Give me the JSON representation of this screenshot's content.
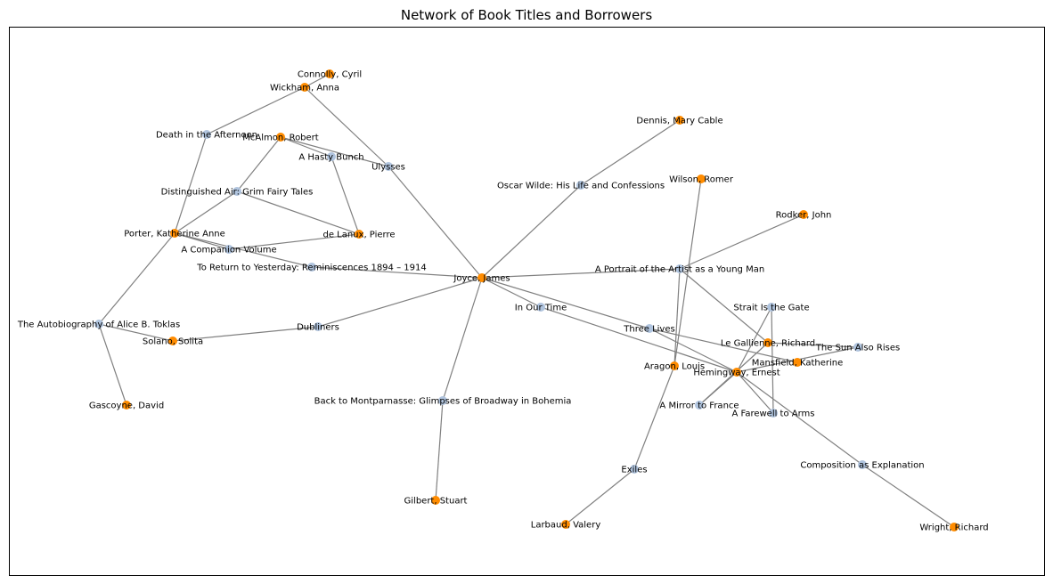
{
  "title": "Network of Book Titles and Borrowers",
  "colors": {
    "book": "#b0c4de",
    "borrower": "#ff8c00",
    "edge": "#808080"
  },
  "nodes": [
    {
      "id": "connolly",
      "label": "Connolly, Cyril",
      "kind": "borrower"
    },
    {
      "id": "wickham",
      "label": "Wickham, Anna",
      "kind": "borrower"
    },
    {
      "id": "death_afternoon",
      "label": "Death in the Afternoon",
      "kind": "book"
    },
    {
      "id": "mcalmon",
      "label": "McAlmon, Robert",
      "kind": "borrower"
    },
    {
      "id": "hasty_bunch",
      "label": "A Hasty Bunch",
      "kind": "book"
    },
    {
      "id": "ulysses",
      "label": "Ulysses",
      "kind": "book"
    },
    {
      "id": "dennis",
      "label": "Dennis, Mary Cable",
      "kind": "borrower"
    },
    {
      "id": "oscar_wilde",
      "label": "Oscar Wilde: His Life and Confessions",
      "kind": "book"
    },
    {
      "id": "wilson",
      "label": "Wilson, Romer",
      "kind": "borrower"
    },
    {
      "id": "distinguished_air",
      "label": "Distinguished Air: Grim Fairy Tales",
      "kind": "book"
    },
    {
      "id": "rodker",
      "label": "Rodker, John",
      "kind": "borrower"
    },
    {
      "id": "porter",
      "label": "Porter, Katherine Anne",
      "kind": "borrower"
    },
    {
      "id": "delanux",
      "label": "de Lanux, Pierre",
      "kind": "borrower"
    },
    {
      "id": "companion_volume",
      "label": "A Companion Volume",
      "kind": "book"
    },
    {
      "id": "to_return",
      "label": "To Return to Yesterday: Reminiscences 1894 – 1914",
      "kind": "book"
    },
    {
      "id": "portrait",
      "label": "A Portrait of the Artist as a Young Man",
      "kind": "book"
    },
    {
      "id": "joyce",
      "label": "Joyce, James",
      "kind": "borrower"
    },
    {
      "id": "strait_gate",
      "label": "Strait Is the Gate",
      "kind": "book"
    },
    {
      "id": "in_our_time",
      "label": "In Our Time",
      "kind": "book"
    },
    {
      "id": "autobiography_toklas",
      "label": "The Autobiography of Alice B. Toklas",
      "kind": "book"
    },
    {
      "id": "dubliners",
      "label": "Dubliners",
      "kind": "book"
    },
    {
      "id": "three_lives",
      "label": "Three Lives",
      "kind": "book"
    },
    {
      "id": "solano",
      "label": "Solano, Solita",
      "kind": "borrower"
    },
    {
      "id": "legallienne",
      "label": "Le Gallienne, Richard",
      "kind": "borrower"
    },
    {
      "id": "sun_also_rises",
      "label": "The Sun Also Rises",
      "kind": "book"
    },
    {
      "id": "mansfield",
      "label": "Mansfield, Katherine",
      "kind": "borrower"
    },
    {
      "id": "aragon",
      "label": "Aragon, Louis",
      "kind": "borrower"
    },
    {
      "id": "hemingway",
      "label": "Hemingway, Ernest",
      "kind": "borrower"
    },
    {
      "id": "back_to_montparnasse",
      "label": "Back to Montparnasse: Glimpses of Broadway in Bohemia",
      "kind": "book"
    },
    {
      "id": "gascoyne",
      "label": "Gascoyne, David",
      "kind": "borrower"
    },
    {
      "id": "mirror_france",
      "label": "A Mirror to France",
      "kind": "book"
    },
    {
      "id": "farewell_arms",
      "label": "A Farewell to Arms",
      "kind": "book"
    },
    {
      "id": "composition",
      "label": "Composition as Explanation",
      "kind": "book"
    },
    {
      "id": "exiles",
      "label": "Exiles",
      "kind": "book"
    },
    {
      "id": "gilbert",
      "label": "Gilbert, Stuart",
      "kind": "borrower"
    },
    {
      "id": "larbaud",
      "label": "Larbaud, Valery",
      "kind": "borrower"
    },
    {
      "id": "wright",
      "label": "Wright, Richard",
      "kind": "borrower"
    }
  ],
  "edges": [
    [
      "connolly",
      "wickham"
    ],
    [
      "wickham",
      "death_afternoon"
    ],
    [
      "wickham",
      "ulysses"
    ],
    [
      "death_afternoon",
      "porter"
    ],
    [
      "mcalmon",
      "hasty_bunch"
    ],
    [
      "mcalmon",
      "ulysses"
    ],
    [
      "mcalmon",
      "distinguished_air"
    ],
    [
      "hasty_bunch",
      "delanux"
    ],
    [
      "ulysses",
      "joyce"
    ],
    [
      "distinguished_air",
      "porter"
    ],
    [
      "distinguished_air",
      "delanux"
    ],
    [
      "porter",
      "companion_volume"
    ],
    [
      "porter",
      "to_return"
    ],
    [
      "porter",
      "autobiography_toklas"
    ],
    [
      "companion_volume",
      "delanux"
    ],
    [
      "to_return",
      "joyce"
    ],
    [
      "joyce",
      "oscar_wilde"
    ],
    [
      "oscar_wilde",
      "dennis"
    ],
    [
      "joyce",
      "portrait"
    ],
    [
      "portrait",
      "rodker"
    ],
    [
      "portrait",
      "legallienne"
    ],
    [
      "portrait",
      "aragon"
    ],
    [
      "wilson",
      "aragon"
    ],
    [
      "joyce",
      "dubliners"
    ],
    [
      "dubliners",
      "solano"
    ],
    [
      "autobiography_toklas",
      "solano"
    ],
    [
      "autobiography_toklas",
      "gascoyne"
    ],
    [
      "joyce",
      "back_to_montparnasse"
    ],
    [
      "back_to_montparnasse",
      "gilbert"
    ],
    [
      "joyce",
      "three_lives"
    ],
    [
      "three_lives",
      "hemingway"
    ],
    [
      "three_lives",
      "mansfield"
    ],
    [
      "in_our_time",
      "hemingway"
    ],
    [
      "joyce",
      "in_our_time"
    ],
    [
      "hemingway",
      "strait_gate"
    ],
    [
      "hemingway",
      "sun_also_rises"
    ],
    [
      "hemingway",
      "farewell_arms"
    ],
    [
      "hemingway",
      "composition"
    ],
    [
      "hemingway",
      "mirror_france"
    ],
    [
      "legallienne",
      "sun_also_rises"
    ],
    [
      "legallienne",
      "mirror_france"
    ],
    [
      "strait_gate",
      "farewell_arms"
    ],
    [
      "composition",
      "wright"
    ],
    [
      "aragon",
      "exiles"
    ],
    [
      "exiles",
      "larbaud"
    ]
  ]
}
